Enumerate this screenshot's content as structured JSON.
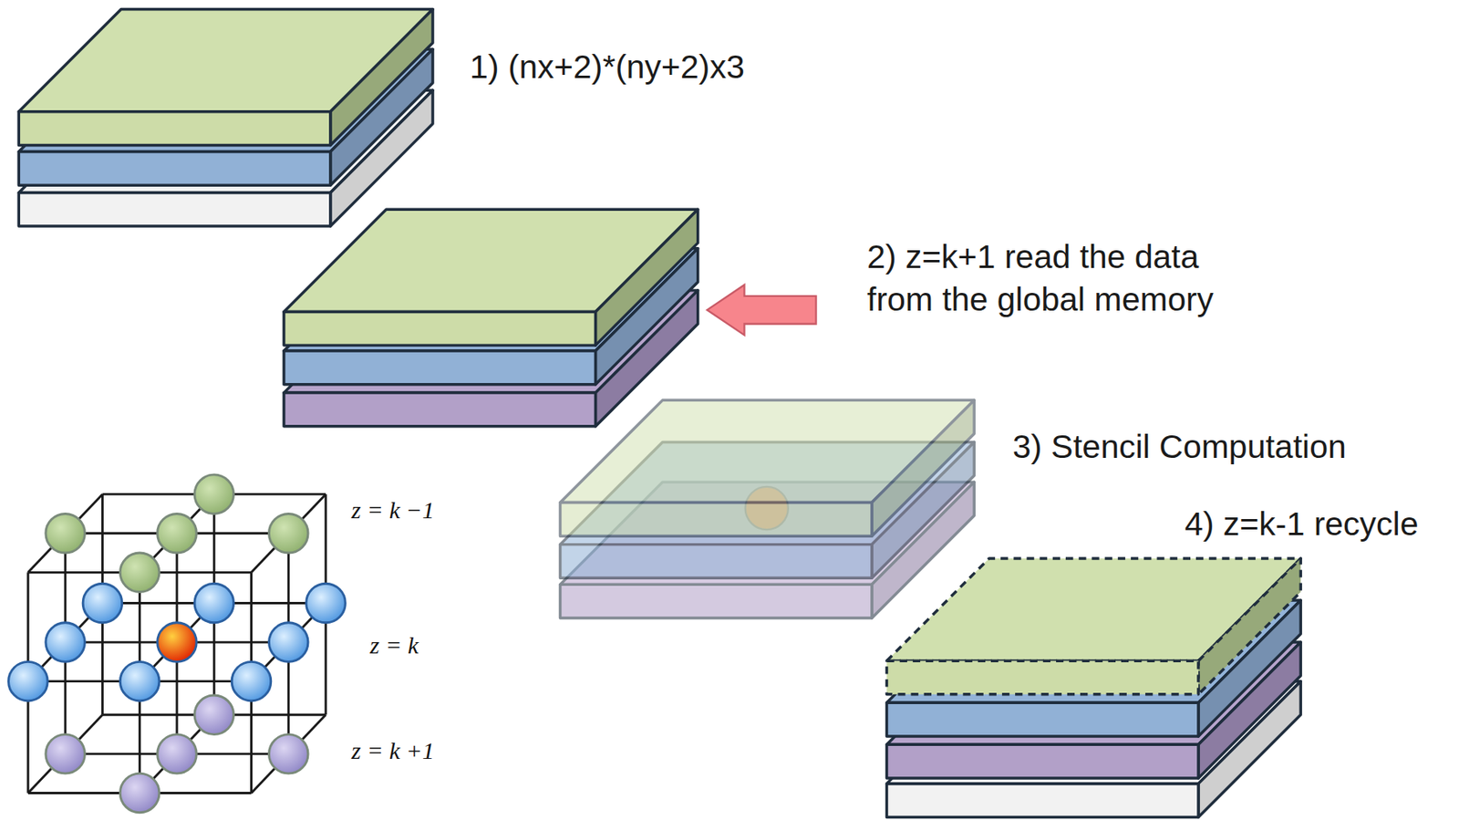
{
  "diagram": {
    "labels": [
      "1)  (nx+2)*(ny+2)x3",
      "2) z=k+1 read the data from the global memory",
      "3) Stencil Computation",
      "4) z=k-1 recycle",
      "z = k −1",
      "z = k",
      "z = k +1"
    ]
  }
}
